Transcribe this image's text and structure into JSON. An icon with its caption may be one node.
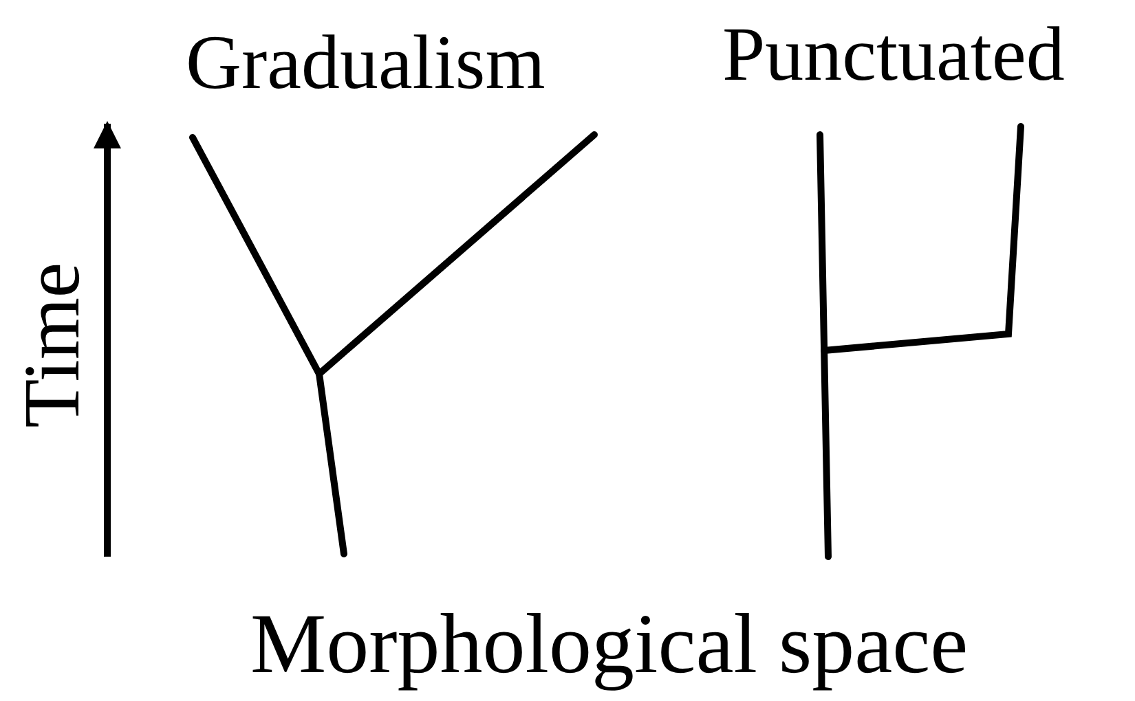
{
  "diagram": {
    "labels": [
      "Gradualism",
      "Punctuated",
      "Time",
      "Morphological space"
    ]
  }
}
